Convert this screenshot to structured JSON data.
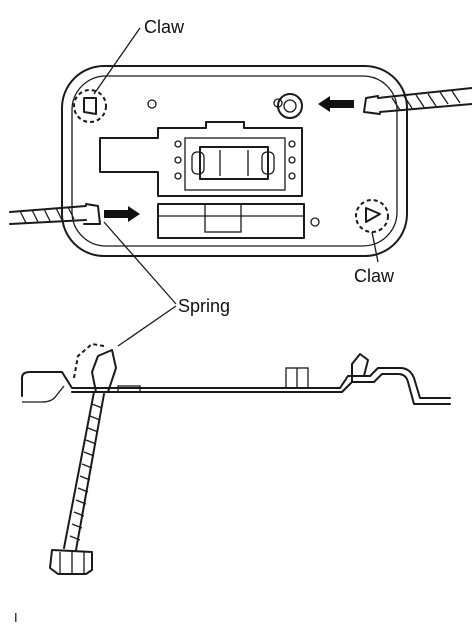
{
  "labels": {
    "claw_top": "Claw",
    "claw_bottom": "Claw",
    "spring": "Spring",
    "corner_mark": "I"
  },
  "icons": {
    "arrow_left": "arrow-left-icon",
    "arrow_right": "arrow-right-icon"
  }
}
